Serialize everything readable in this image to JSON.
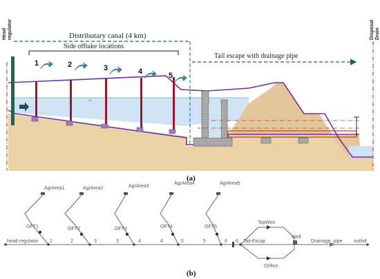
{
  "panel_a": {
    "caption": "(a)",
    "head_regulator_label": "Head\nregulator",
    "disposal_drain_label": "Disposal\nDrain",
    "distributary_label": "Distributary canal (4 km)",
    "side_offtake_label": "Side offtake locations",
    "tail_escape_label": "Tail escape with drainage pipe",
    "offtake_numbers": [
      "1",
      "2",
      "3",
      "4",
      "5"
    ],
    "colors": {
      "water": "#cfe3f4",
      "soil": "#e8d2a6",
      "embankment": "#e3c79a",
      "canal_line": "#7030a0",
      "dash_line": "#1f5f7a",
      "offtake_pipe": "#a0162a",
      "drain_pipe": "#c0392b",
      "arrow_teal": "#3d7f95"
    }
  },
  "panel_b": {
    "caption": "(b)",
    "areas": [
      "AgrArea1",
      "AgrArea2",
      "AgrArea3",
      "AgrArea4",
      "AgrArea5"
    ],
    "offtakes": [
      "OFT1",
      "OFT2",
      "OFT3",
      "OFT4",
      "OFT5"
    ],
    "main_nodes": [
      "head-regulator",
      "2",
      "2",
      "3",
      "3",
      "4",
      "4",
      "5",
      "5",
      "6",
      "6"
    ],
    "tail_escape": "Tail-Escap",
    "top_weir": "TopWeir",
    "orifice": "Orifice",
    "well": "Well",
    "drainage_pipe": "Drainage_pipe",
    "outfall": "outfall"
  }
}
